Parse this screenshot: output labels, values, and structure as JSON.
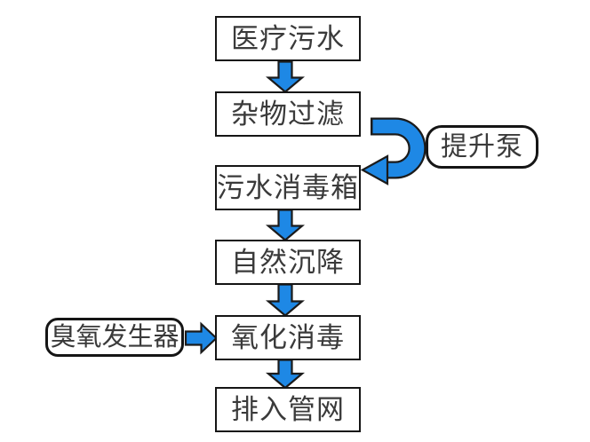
{
  "diagram": {
    "type": "flowchart",
    "flow_boxes": [
      {
        "label": "医疗污水"
      },
      {
        "label": "杂物过滤"
      },
      {
        "label": "污水消毒箱"
      },
      {
        "label": "自然沉降"
      },
      {
        "label": "氧化消毒"
      },
      {
        "label": "排入管网"
      }
    ],
    "side_boxes": [
      {
        "label": "提升泵"
      },
      {
        "label": "臭氧发生器"
      }
    ],
    "edges": [
      {
        "from": "医疗污水",
        "to": "杂物过滤"
      },
      {
        "from": "杂物过滤",
        "to": "污水消毒箱",
        "via": "提升泵"
      },
      {
        "from": "污水消毒箱",
        "to": "自然沉降"
      },
      {
        "from": "自然沉降",
        "to": "氧化消毒"
      },
      {
        "from": "臭氧发生器",
        "to": "氧化消毒"
      },
      {
        "from": "氧化消毒",
        "to": "排入管网"
      }
    ],
    "colors": {
      "arrow_fill": "#1E88E5",
      "arrow_outline": "#1b1b1b",
      "box_border": "#151515",
      "text": "#3a3a3a",
      "background": "#ffffff"
    }
  }
}
